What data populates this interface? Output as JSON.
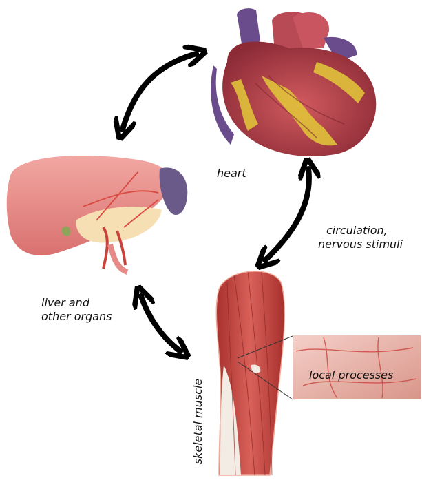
{
  "labels": {
    "heart": "heart",
    "circulation_line1": "circulation,",
    "circulation_line2": "nervous stimuli",
    "liver_line1": "liver and",
    "liver_line2": "other organs",
    "local_processes": "local processes",
    "skeletal_muscle": "skeletal muscle"
  },
  "colors": {
    "arrow": "#000000",
    "heart_muscle": "#b8404a",
    "heart_fat": "#e0c23a",
    "heart_vessel": "#6a4b8c",
    "liver": "#e58a86",
    "muscle": "#c8504a",
    "tendon": "#f3ece4",
    "tissue": "#e8b6ae"
  }
}
